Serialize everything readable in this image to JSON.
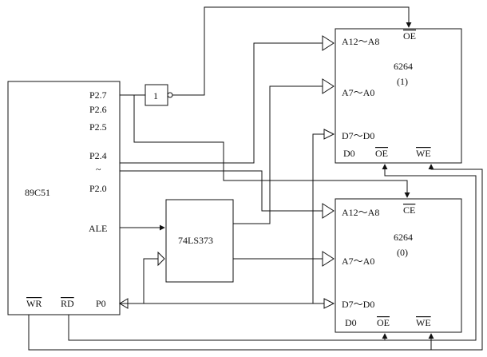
{
  "diagram": {
    "mcu": {
      "name": "89C51",
      "p27": "P2.7",
      "p26": "P2.6",
      "p25": "P2.5",
      "p24": "P2.4",
      "tilde": "~",
      "p20": "P2.0",
      "ale": "ALE",
      "wr": "WR",
      "rd": "RD",
      "p0": "P0"
    },
    "inverter": {
      "label": "1"
    },
    "latch": {
      "name": "74LS373"
    },
    "ram1": {
      "name": "6264",
      "index": "(1)",
      "addr_high": "A12～A8",
      "addr_low": "A7～A0",
      "data": "D7～D0",
      "d0": "D0",
      "chip_select": "OE",
      "oe": "OE",
      "we": "WE"
    },
    "ram0": {
      "name": "6264",
      "index": "(0)",
      "addr_high": "A12～A8",
      "addr_low": "A7～A0",
      "data": "D7～D0",
      "d0": "D0",
      "chip_select": "CE",
      "oe": "OE",
      "we": "WE"
    },
    "colors": {
      "line": "#111111",
      "background": "#ffffff"
    }
  }
}
